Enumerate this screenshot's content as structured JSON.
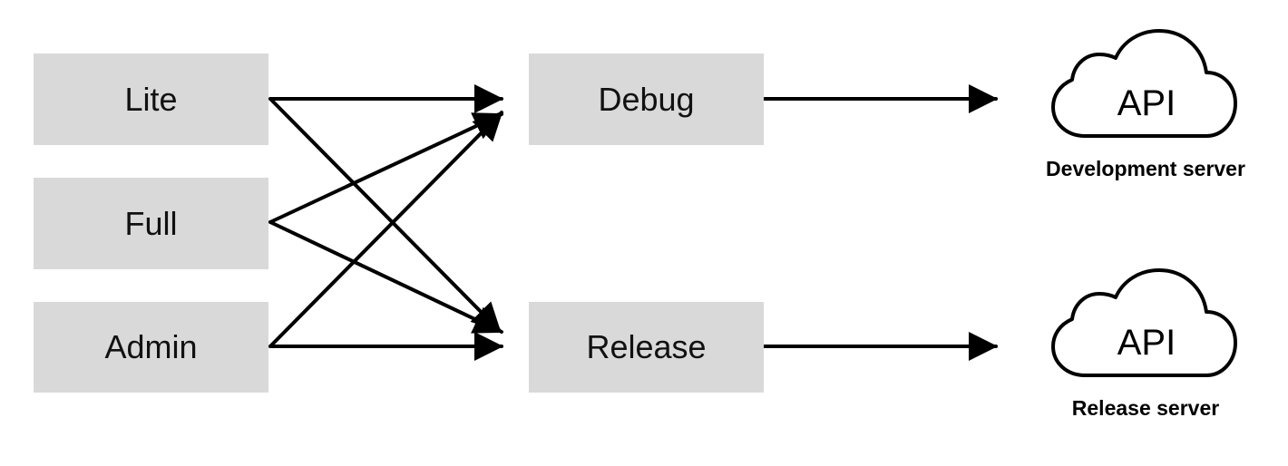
{
  "variants": [
    "Lite",
    "Full",
    "Admin"
  ],
  "build_types": [
    "Debug",
    "Release"
  ],
  "servers": [
    {
      "icon_text": "API",
      "label": "Development server"
    },
    {
      "icon_text": "API",
      "label": "Release server"
    }
  ],
  "colors": {
    "box_fill": "#d9d9d9",
    "arrow": "#000000",
    "text": "#111111"
  }
}
